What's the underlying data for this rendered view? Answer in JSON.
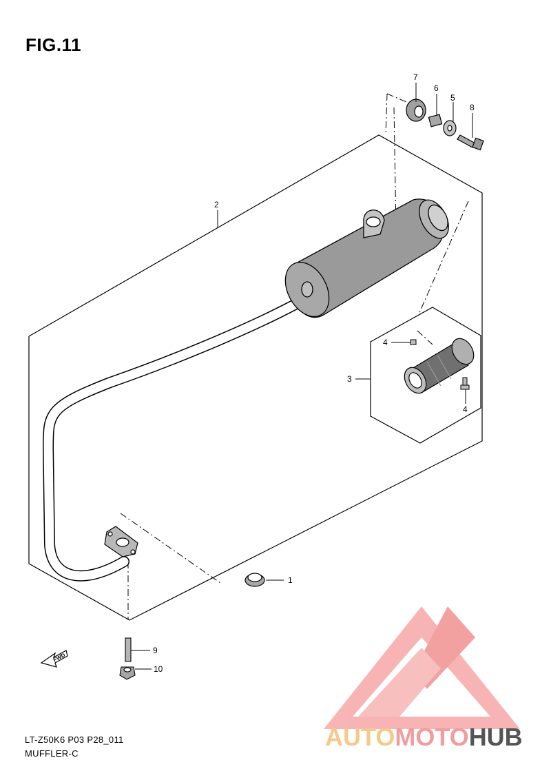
{
  "figure": {
    "title": "FIG.11",
    "code": "LT-Z50K6 P03 P28_011",
    "name": "MUFFLER-C"
  },
  "callouts": {
    "c1": "1",
    "c2": "2",
    "c3": "3",
    "c4a": "4",
    "c4b": "4",
    "c5": "5",
    "c6": "6",
    "c7": "7",
    "c8": "8",
    "c9": "9",
    "c10": "10"
  },
  "fwd_label": "FWD",
  "watermark": {
    "part1": "AUTO",
    "part2": "MOTO",
    "part3": "HUB",
    "color_auto": "#f5c98a",
    "color_moto": "#f29d9d",
    "color_hub": "#555555",
    "logo_color": "#f08a8a"
  }
}
